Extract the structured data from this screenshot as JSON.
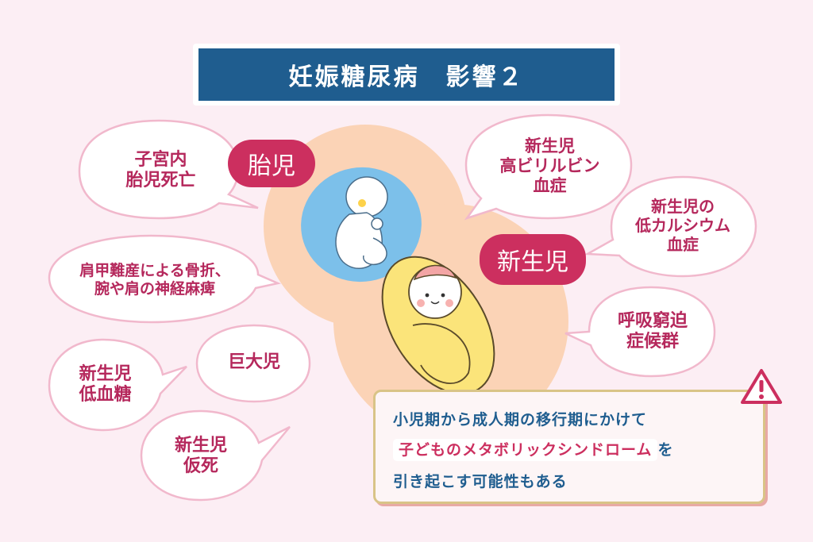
{
  "title": "妊娠糖尿病　影響２",
  "labels": {
    "fetus": "胎児",
    "newborn": "新生児"
  },
  "bubbles": {
    "intrauterine_death": "子宮内\n胎児死亡",
    "shoulder_dystocia": "肩甲難産による骨折、\n腕や肩の神経麻痺",
    "neonatal_hypoglycemia": "新生児\n低血糖",
    "macrosomia": "巨大児",
    "neonatal_asphyxia": "新生児\n仮死",
    "hyperbilirubinemia": "新生児\n高ビリルビン\n血症",
    "hypocalcemia": "新生児の\n低カルシウム\n血症",
    "respiratory_distress": "呼吸窮迫\n症候群"
  },
  "warning": {
    "line1": "小児期から成人期の移行期にかけて",
    "line2_highlight": "子どものメタボリックシンドローム",
    "line2_suffix": "を",
    "line3": "引き起こす可能性もある"
  },
  "colors": {
    "background": "#fceef4",
    "title_bg": "#1f5d8f",
    "accent_pink": "#cc2f5f",
    "text_pink": "#b5285c",
    "body_shape": "#fbd3b6",
    "womb_blue": "#7cc0ea",
    "blanket_yellow": "#fbe47a",
    "bubble_border": "#f1b8cc",
    "warning_text": "#1f5d8f"
  },
  "icons": [
    "fetus-illustration",
    "swaddled-baby-illustration",
    "warning-icon"
  ]
}
